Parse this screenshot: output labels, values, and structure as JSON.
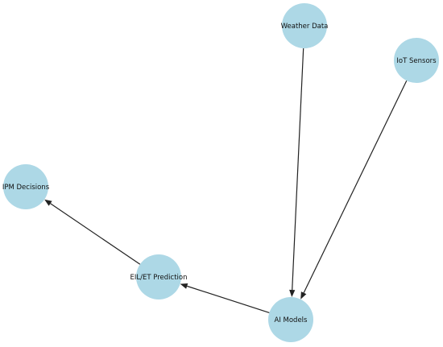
{
  "diagram": {
    "nodes": [
      {
        "id": "weather",
        "label": "Weather Data"
      },
      {
        "id": "iot",
        "label": "IoT Sensors"
      },
      {
        "id": "ipm",
        "label": "IPM Decisions"
      },
      {
        "id": "eil",
        "label": "EIL/ET Prediction"
      },
      {
        "id": "ai",
        "label": "AI Models"
      }
    ],
    "edges": [
      {
        "from": "weather",
        "to": "ai"
      },
      {
        "from": "iot",
        "to": "ai"
      },
      {
        "from": "ai",
        "to": "eil"
      },
      {
        "from": "eil",
        "to": "ipm"
      }
    ],
    "colors": {
      "node_fill": "#add8e6",
      "edge": "#222222",
      "text": "#111111"
    }
  }
}
